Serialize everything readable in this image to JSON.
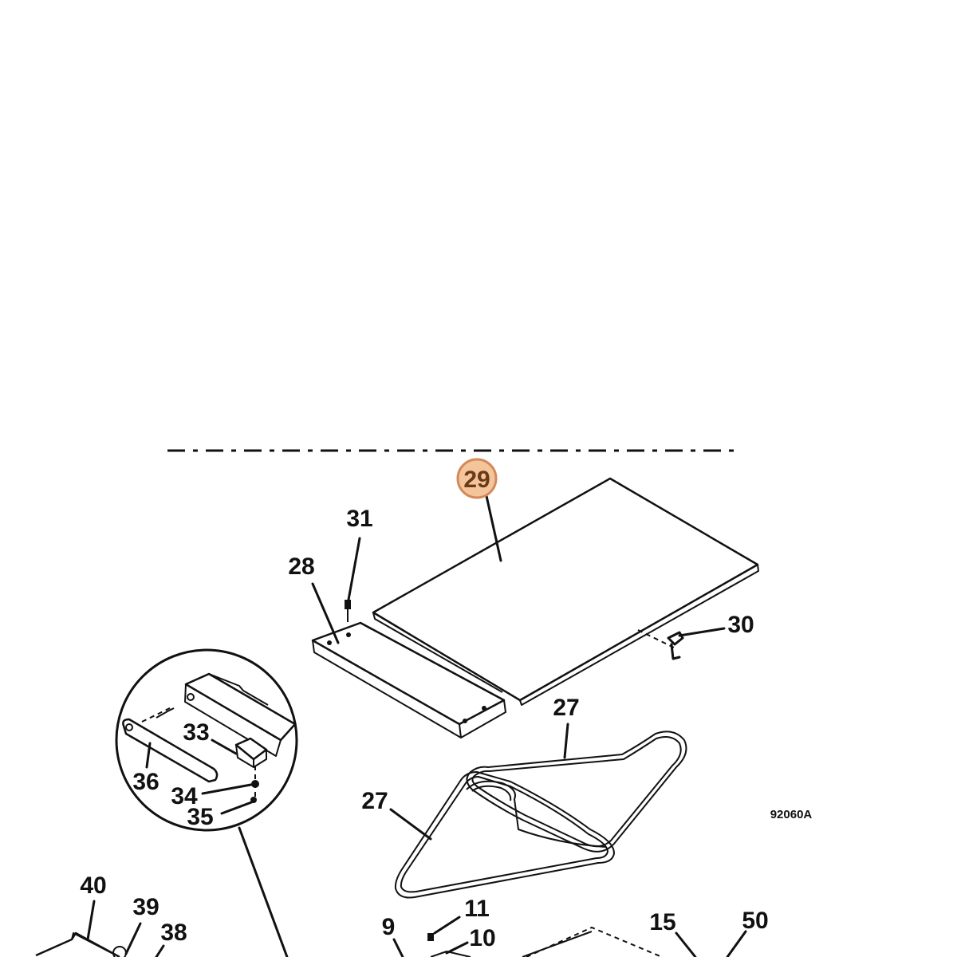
{
  "callouts": {
    "c29": "29",
    "c31": "31",
    "c28": "28",
    "c30": "30",
    "c27_top": "27",
    "c27_left": "27",
    "c33": "33",
    "c36": "36",
    "c34": "34",
    "c35": "35",
    "c40": "40",
    "c39": "39",
    "c38": "38",
    "c11": "11",
    "c9": "9",
    "c10": "10",
    "c15": "15",
    "c50": "50"
  },
  "figure_code": "92060A",
  "highlight": {
    "callout": "29",
    "color": "#f4c49a",
    "border": "#d4895a"
  }
}
